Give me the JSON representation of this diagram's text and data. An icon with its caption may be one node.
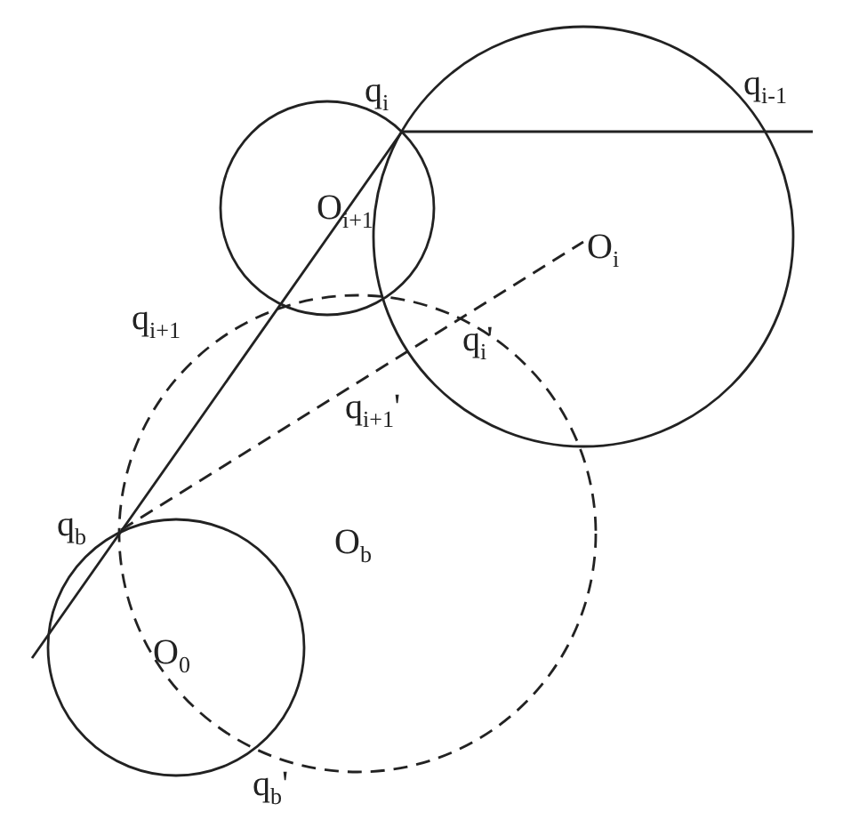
{
  "diagram": {
    "labels": [
      "q$_{i}$",
      "q$_{i-1}$",
      "O$_{i+1}$",
      "O$_{i}$",
      "q$_{i+1}$",
      "q$_{i}$'",
      "q$_{i+1}$'",
      "q$_{b}$",
      "O$_{b}$",
      "O$_{0}$",
      "q$_{b}$'"
    ]
  }
}
